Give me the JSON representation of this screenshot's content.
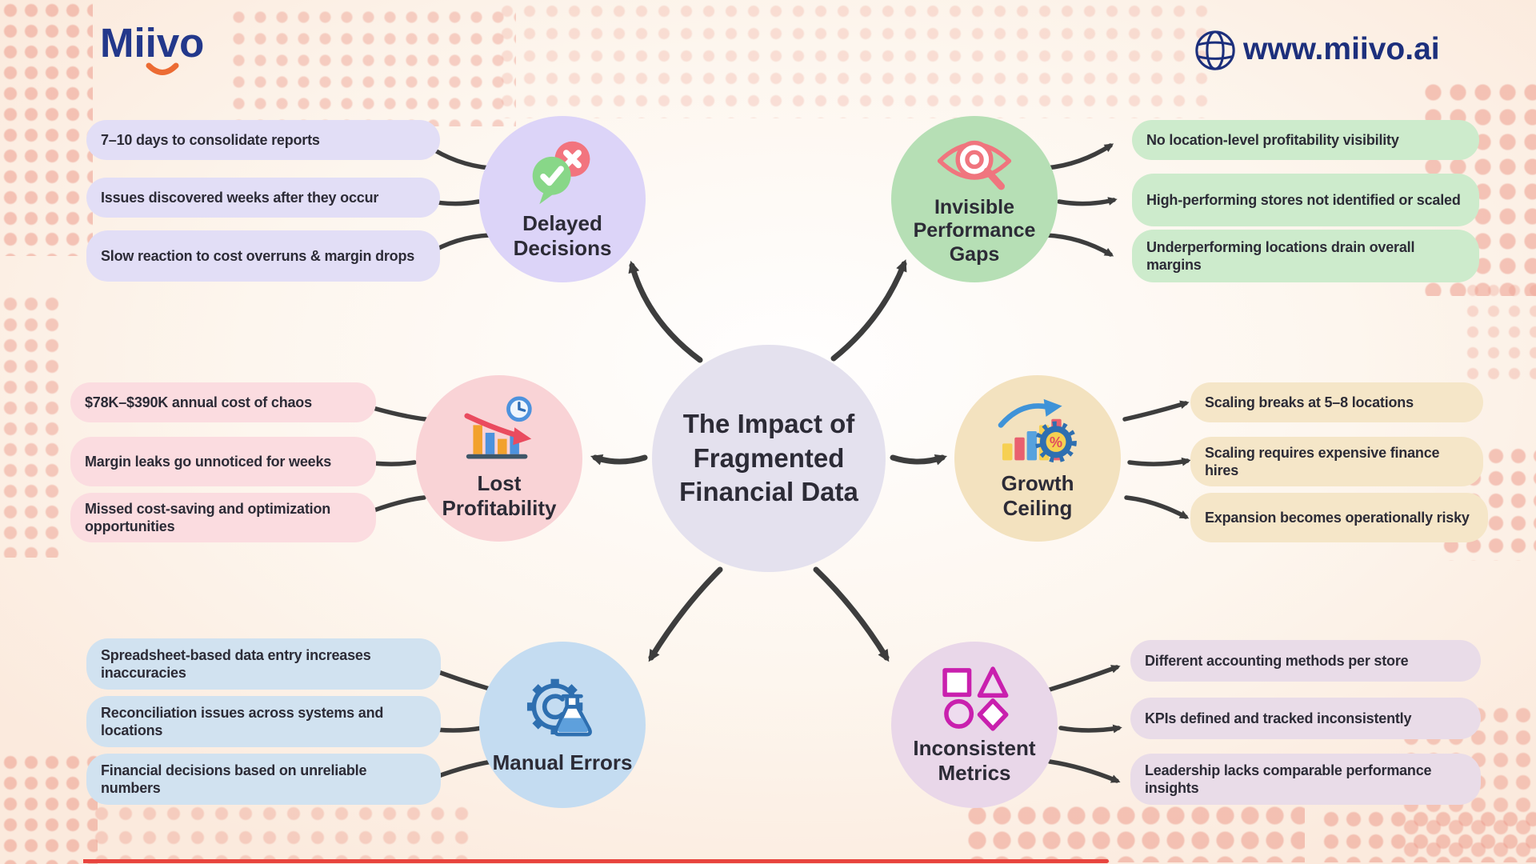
{
  "header": {
    "logo_text": "Miivo",
    "website": "www.miivo.ai"
  },
  "center": {
    "title": "The Impact of Fragmented Financial Data",
    "color": "#e4e1ee"
  },
  "branches": [
    {
      "id": "delayed-decisions",
      "label": "Delayed Decisions",
      "icon": "speech-bubbles-check-x-icon",
      "circle_color": "#dcd4f8",
      "pill_color": "#e2def6",
      "items": [
        "7–10 days to consolidate reports",
        "Issues discovered weeks after they occur",
        "Slow reaction to cost overruns & margin drops"
      ]
    },
    {
      "id": "invisible-performance-gaps",
      "label": "Invisible Performance Gaps",
      "icon": "eye-magnifier-icon",
      "circle_color": "#b6dfb5",
      "pill_color": "#cdebcc",
      "items": [
        "No location-level profitability visibility",
        "High-performing stores not identified or scaled",
        "Underperforming locations drain overall margins"
      ]
    },
    {
      "id": "lost-profitability",
      "label": "Lost Profitability",
      "icon": "declining-chart-clock-icon",
      "circle_color": "#f9d3d6",
      "pill_color": "#fbdce0",
      "items": [
        "$78K–$390K annual cost of chaos",
        "Margin leaks go unnoticed for weeks",
        "Missed cost-saving and optimization opportunities"
      ]
    },
    {
      "id": "growth-ceiling",
      "label": "Growth Ceiling",
      "icon": "rising-chart-gear-percent-icon",
      "circle_color": "#f3e2bf",
      "pill_color": "#f5e6c8",
      "items": [
        "Scaling breaks at 5–8 locations",
        "Scaling requires expensive finance hires",
        "Expansion becomes operationally risky"
      ]
    },
    {
      "id": "manual-errors",
      "label": "Manual Errors",
      "icon": "gear-flask-icon",
      "circle_color": "#c4dcf1",
      "pill_color": "#d1e2f0",
      "items": [
        "Spreadsheet-based data entry increases inaccuracies",
        "Reconciliation issues across systems and locations",
        "Financial decisions based on unreliable numbers"
      ]
    },
    {
      "id": "inconsistent-metrics",
      "label": "Inconsistent Metrics",
      "icon": "shapes-icon",
      "circle_color": "#e9d7e9",
      "pill_color": "#e9dce8",
      "items": [
        "Different accounting methods per store",
        "KPIs defined and tracked inconsistently",
        "Leadership lacks comparable performance insights"
      ]
    }
  ],
  "palette": {
    "background": "#fdf3ea",
    "dots": "#eb9484",
    "arrows": "#3d3d3d",
    "navy": "#1c2f7c",
    "logo_orange": "#ec6b33",
    "text_dark": "#2c2b36"
  },
  "footer": {
    "bar_color": "#e8443e"
  }
}
